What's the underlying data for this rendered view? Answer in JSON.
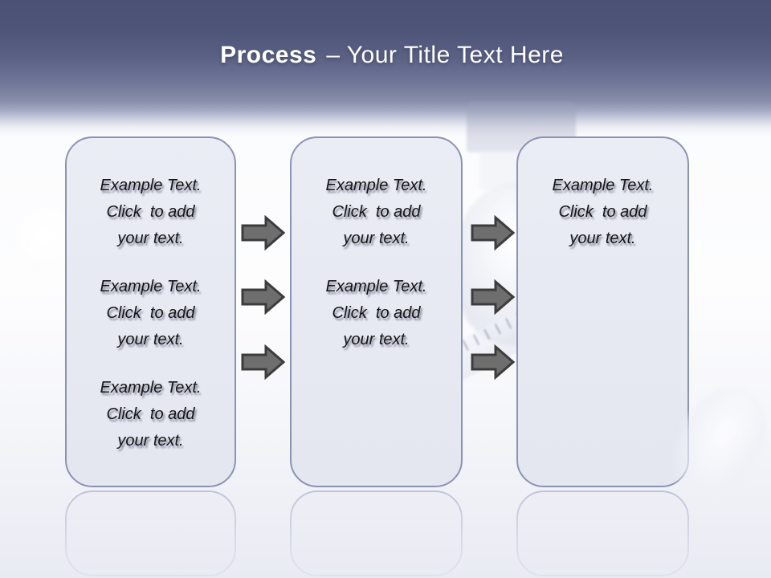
{
  "title": {
    "prefix": "Process",
    "suffix": "– Your Title Text Here"
  },
  "boxes": [
    {
      "name": "step-1",
      "paragraphs": [
        "Example Text.\nClick  to add\nyour text.",
        "Example Text.\nClick  to add\nyour text.",
        "Example Text.\nClick  to add\nyour text."
      ]
    },
    {
      "name": "step-2",
      "paragraphs": [
        "Example Text.\nClick  to add\nyour text.",
        "Example Text.\nClick  to add\nyour text."
      ]
    },
    {
      "name": "step-3",
      "paragraphs": [
        "Example Text.\nClick  to add\nyour text."
      ]
    }
  ],
  "icons": {
    "arrow": "right-block-arrow",
    "arrow_count": 6
  },
  "colors": {
    "header_top": "#4b5175",
    "header_mid": "#6e7497",
    "header_fade": "#ccd0de",
    "canvas_bottom": "#e9ebf3",
    "title_text": "#ffffff",
    "box_fill": "#e4e6f0",
    "box_border": "#8b93b4",
    "arrow_fill": "#6e6e6e",
    "arrow_stroke": "#3c3c3c",
    "text": "#141414"
  }
}
